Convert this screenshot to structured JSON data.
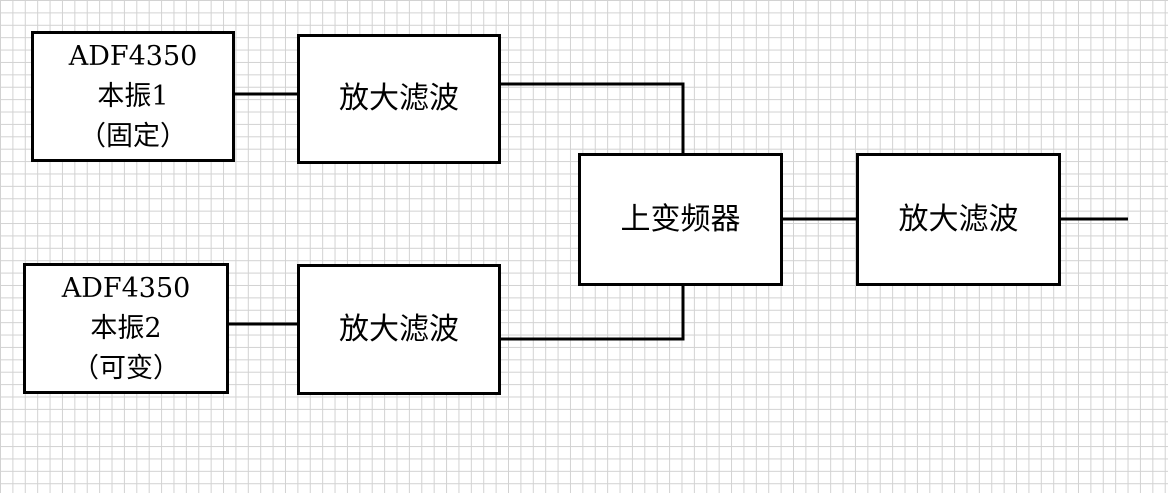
{
  "diagram": {
    "line_color": "#000000",
    "lo1": {
      "line1": "ADF4350",
      "line2": "本振1",
      "line3": "（固定）"
    },
    "lo2": {
      "line1": "ADF4350",
      "line2": "本振2",
      "line3": "（可变）"
    },
    "amp_filter_1": {
      "label": "放大滤波"
    },
    "amp_filter_2": {
      "label": "放大滤波"
    },
    "upconverter": {
      "label": "上变频器"
    },
    "amp_filter_out": {
      "label": "放大滤波"
    }
  }
}
